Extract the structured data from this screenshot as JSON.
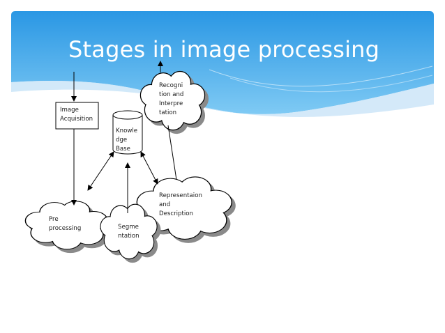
{
  "slide": {
    "title": "Stages in image processing",
    "colors": {
      "sky_top": "#2a97e4",
      "sky_bottom": "#7fcaf4",
      "wave": "#cfe7f8"
    }
  },
  "diagram": {
    "nodes": {
      "image_acquisition": {
        "shape": "rectangle",
        "label": "Image\nAcquisition"
      },
      "knowledge_base": {
        "shape": "cylinder",
        "label": "Knowle\ndge\nBase"
      },
      "recognition": {
        "shape": "cloud",
        "label": "Recogni\ntion and\nInterpre\ntation"
      },
      "representation": {
        "shape": "cloud",
        "label": "Representaion\nand\nDescription"
      },
      "preprocessing": {
        "shape": "cloud",
        "label": "Pre\nprocessing"
      },
      "segmentation": {
        "shape": "cloud",
        "label": "Segme\nntation"
      }
    },
    "edges": [
      {
        "from": "slide-top",
        "to": "image_acquisition",
        "type": "arrow"
      },
      {
        "from": "image_acquisition",
        "to": "preprocessing",
        "type": "arrow"
      },
      {
        "from": "knowledge_base",
        "to": "preprocessing",
        "type": "two-way-arrow"
      },
      {
        "from": "knowledge_base",
        "to": "representation",
        "type": "two-way-arrow"
      },
      {
        "from": "segmentation",
        "to": "knowledge_base",
        "type": "arrow"
      },
      {
        "from": "representation",
        "to": "recognition",
        "type": "line"
      },
      {
        "from": "recognition",
        "to": "slide-top",
        "type": "arrow"
      }
    ]
  }
}
